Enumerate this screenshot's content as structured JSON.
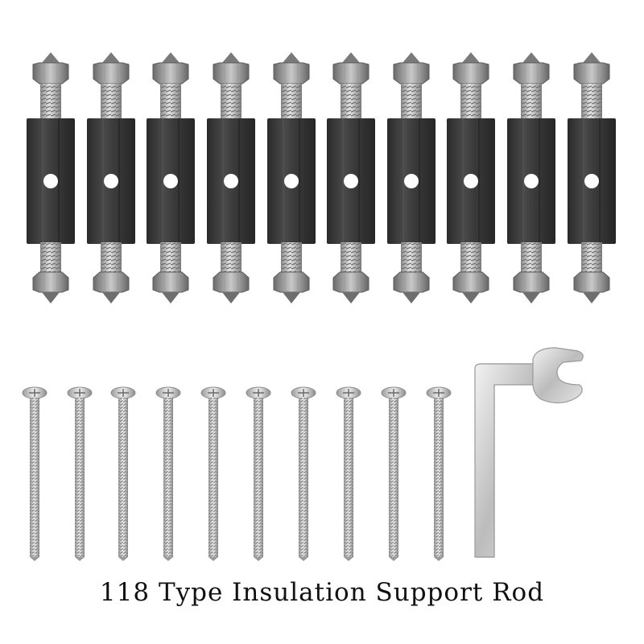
{
  "caption": "118 Type Insulation Support Rod",
  "products": {
    "support_rod": {
      "count": 10,
      "body_color": "#3a3a3a",
      "thread_color": "#b8b8b8",
      "cap_color": "#8e8e8e"
    },
    "screw": {
      "count": 10,
      "color": "#c4c4c4"
    },
    "wrench": {
      "color": "#d0d0d0"
    }
  }
}
